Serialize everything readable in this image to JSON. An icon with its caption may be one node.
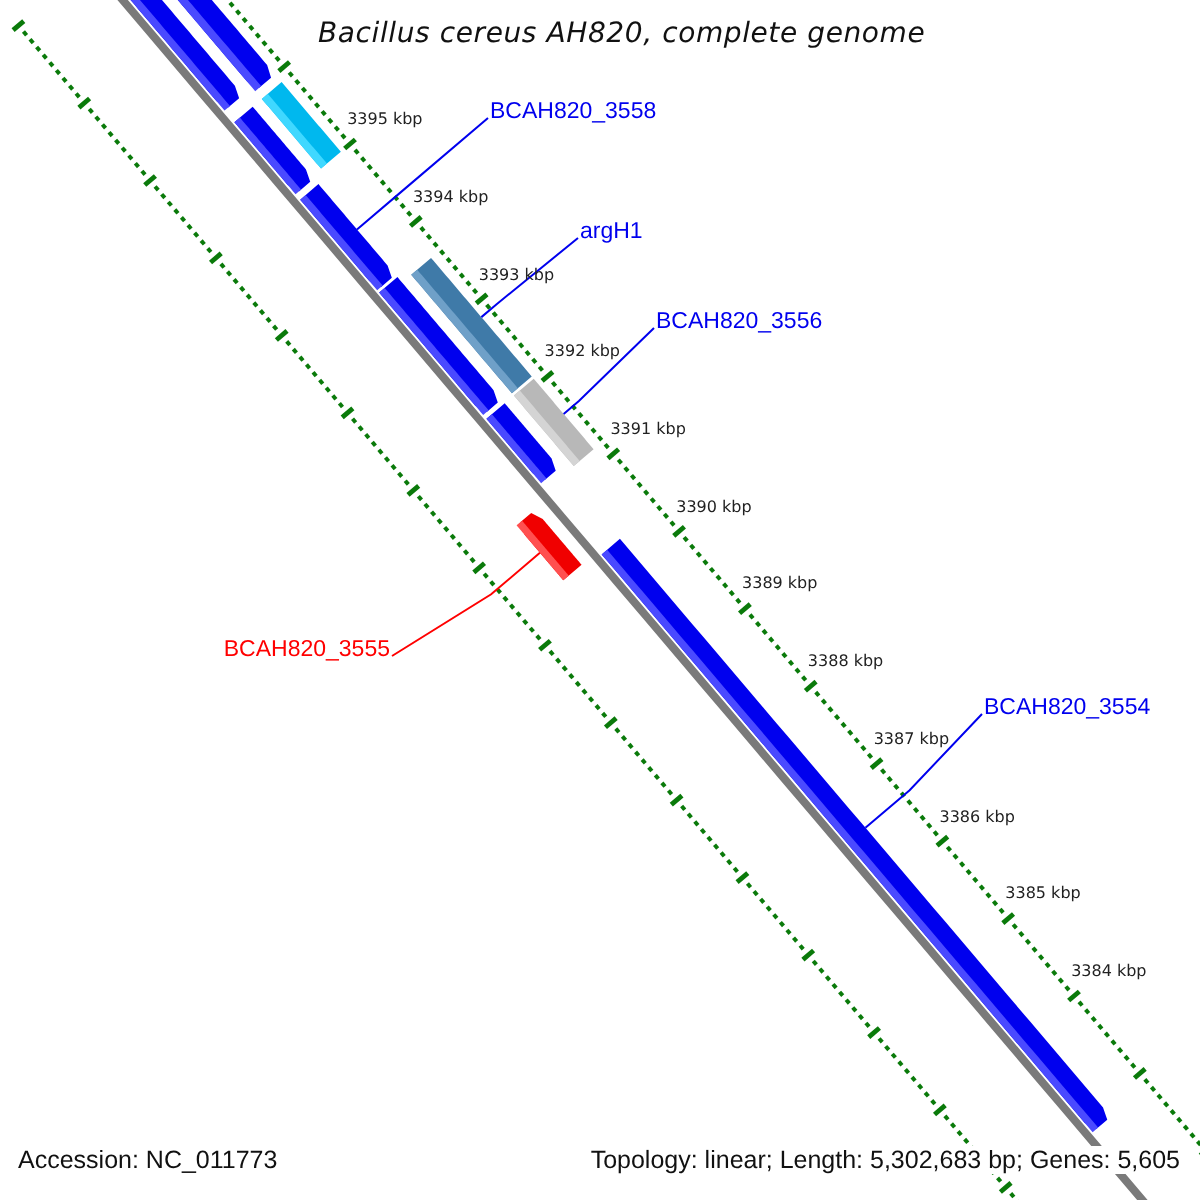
{
  "diagram": {
    "title": "Bacillus cereus AH820, complete genome",
    "nodes": [
      {
        "text": [
          "BCAH820_3558"
        ]
      },
      {
        "text": [],
        "shape": "bar"
      },
      {
        "text": [
          "argH1"
        ]
      },
      {
        "text": [],
        "shape": "bar"
      },
      {
        "text": [
          "BCAH820_3556"
        ]
      },
      {
        "text": [],
        "shape": "bar"
      },
      {
        "text": [
          "BCAH820_3555"
        ]
      },
      {
        "text": [],
        "shape": "bar"
      },
      {
        "text": [
          "BCAH820_3554"
        ]
      },
      {
        "text": [],
        "shape": "bar"
      }
    ],
    "edges": [
      {
        "from": 0,
        "to": 1,
        "arrow": "none"
      },
      {
        "from": 2,
        "to": 3,
        "arrow": "none"
      },
      {
        "from": 4,
        "to": 5,
        "arrow": "none"
      },
      {
        "from": 6,
        "to": 7,
        "arrow": "none",
        "color": "#ff0000"
      },
      {
        "from": 8,
        "to": 9,
        "arrow": "none"
      }
    ],
    "labels": [
      "3395 kbp",
      "3394 kbp",
      "3393 kbp",
      "3392 kbp",
      "3391 kbp",
      "3390 kbp",
      "3389 kbp",
      "3388 kbp",
      "3387 kbp",
      "3386 kbp",
      "3385 kbp",
      "3384 kbp",
      "Accession: NC_011773",
      "Topology: linear; Length: 5,302,683 bp; Genes: 5,605"
    ]
  }
}
